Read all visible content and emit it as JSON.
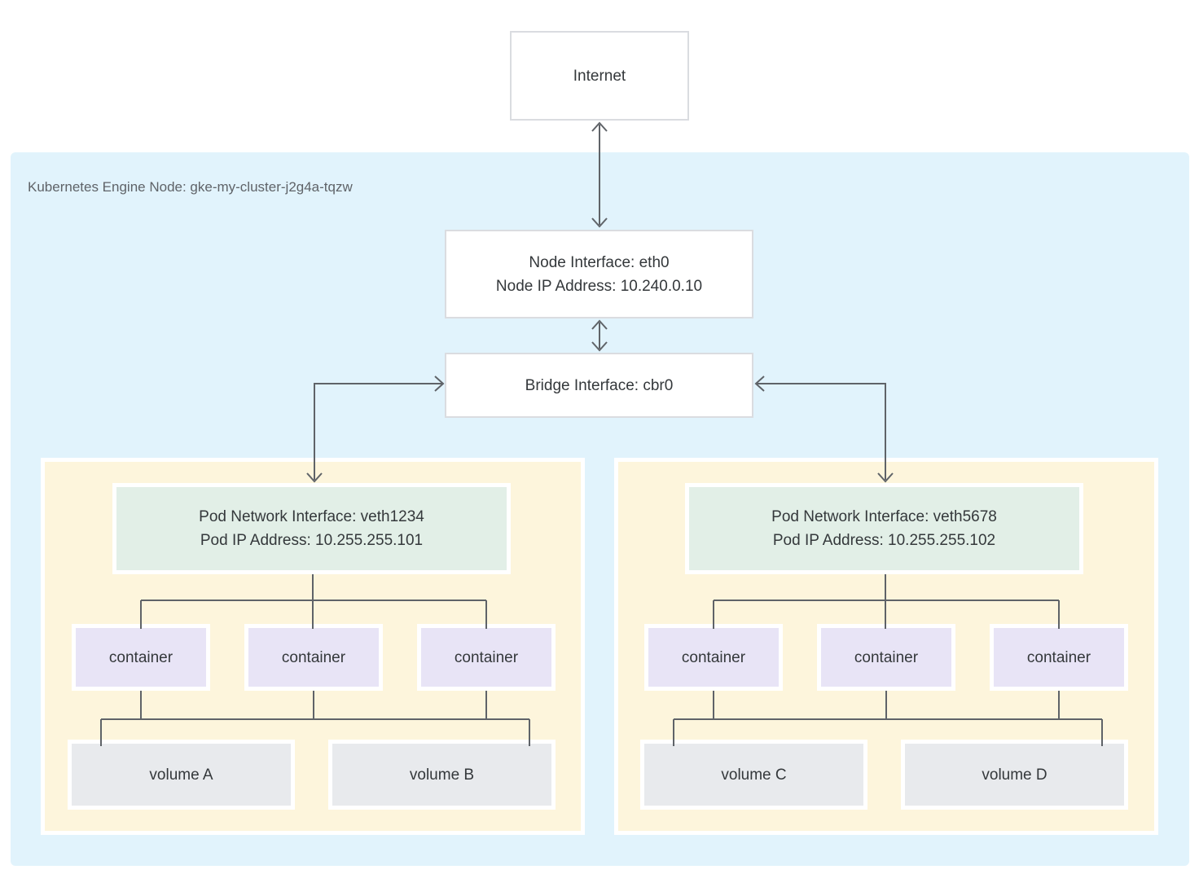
{
  "internet": {
    "label": "Internet"
  },
  "node": {
    "label": "Kubernetes Engine Node: gke-my-cluster-j2g4a-tqzw",
    "node_interface": {
      "line1": "Node Interface: eth0",
      "line2": "Node IP Address: 10.240.0.10"
    },
    "bridge_interface": {
      "label": "Bridge Interface: cbr0"
    }
  },
  "pods": [
    {
      "interface": {
        "line1": "Pod Network Interface: veth1234",
        "line2": "Pod IP Address: 10.255.255.101"
      },
      "containers": [
        "container",
        "container",
        "container"
      ],
      "volumes": [
        "volume A",
        "volume B"
      ]
    },
    {
      "interface": {
        "line1": "Pod Network Interface: veth5678",
        "line2": "Pod IP Address: 10.255.255.102"
      },
      "containers": [
        "container",
        "container",
        "container"
      ],
      "volumes": [
        "volume C",
        "volume D"
      ]
    }
  ],
  "colors": {
    "node_background": "#e1f3fc",
    "pod_background": "#fdf5dc",
    "interface_background": "#e2efe7",
    "container_background": "#e8e4f6",
    "volume_background": "#e8eaed",
    "box_border": "#dadce0",
    "connector": "#5f6368",
    "text": "#34383b",
    "node_label_text": "#5f6368"
  }
}
